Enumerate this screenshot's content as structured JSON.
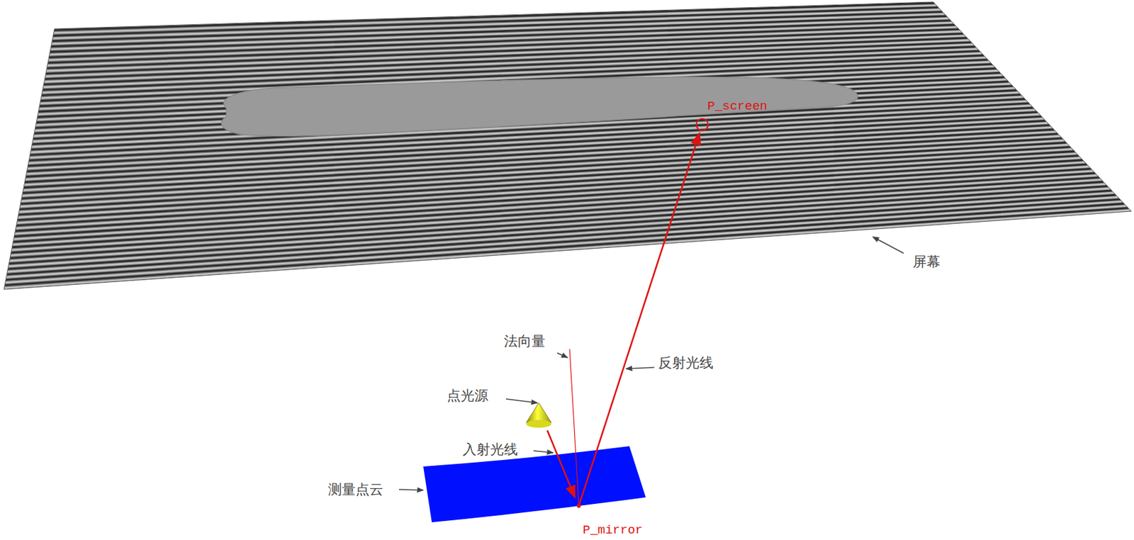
{
  "diagram": {
    "labels": [
      "P_screen",
      "屏幕",
      "法向量",
      "反射光线",
      "点光源",
      "入射光线",
      "测量点云",
      "P_mirror"
    ]
  }
}
